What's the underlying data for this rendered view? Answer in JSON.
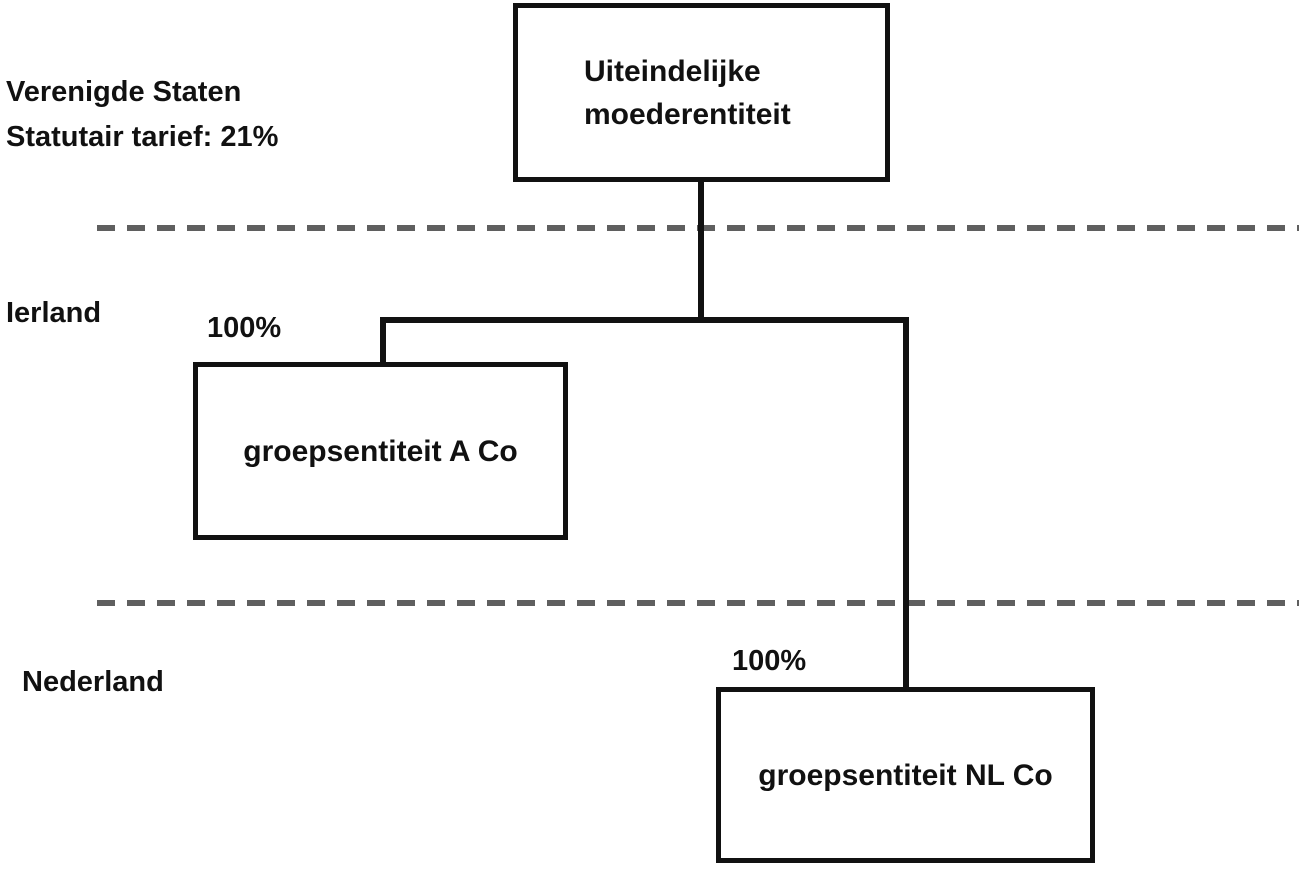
{
  "colors": {
    "background": "#ffffff",
    "text": "#111111",
    "line": "#111111",
    "dash": "#5f5f5f",
    "node_fill": "#ffffff"
  },
  "regions": {
    "us": {
      "line1": "Verenigde Staten",
      "line2": "Statutair tarief: 21%"
    },
    "ierland": {
      "label": "Ierland"
    },
    "nederland": {
      "label": "Nederland"
    }
  },
  "nodes": {
    "parent": {
      "line1": "Uiteindelijke",
      "line2": "moederentiteit"
    },
    "a_co": {
      "label": "groepsentiteit A Co",
      "ownership": "100%"
    },
    "nl_co": {
      "label": "groepsentiteit NL Co",
      "ownership": "100%"
    }
  }
}
